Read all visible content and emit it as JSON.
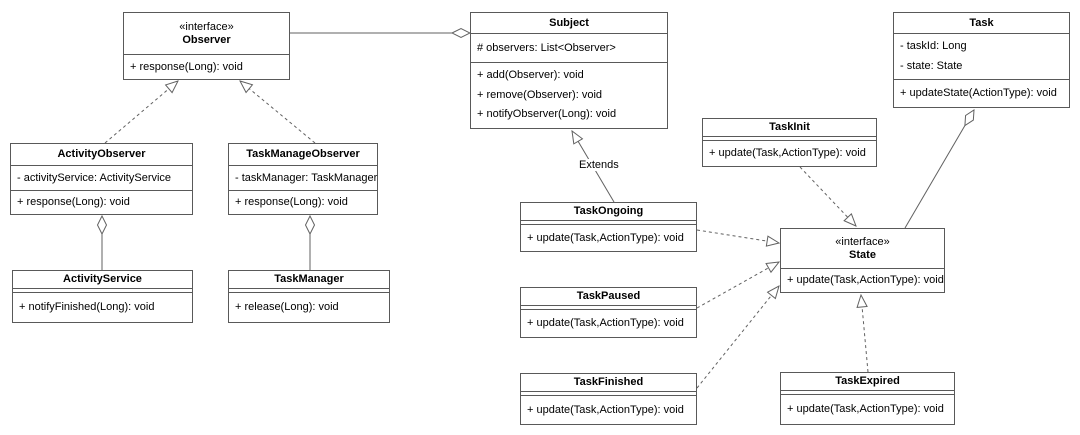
{
  "labels": {
    "extends": "Extends"
  },
  "colors": {
    "background": "#ffffff",
    "box_fill": "#ffffff",
    "box_border": "#595959",
    "connector": "#616161",
    "text": "#000000"
  },
  "classes": {
    "observer": {
      "stereotype": "«interface»",
      "name": "Observer",
      "methods": [
        "+ response(Long): void"
      ]
    },
    "subject": {
      "name": "Subject",
      "attributes": [
        "# observers: List<Observer>"
      ],
      "methods": [
        "+ add(Observer): void",
        "+ remove(Observer): void",
        "+ notifyObserver(Long): void"
      ]
    },
    "task": {
      "name": "Task",
      "attributes": [
        "- taskId: Long",
        "- state: State"
      ],
      "methods": [
        "+ updateState(ActionType): void"
      ]
    },
    "activity_observer": {
      "name": "ActivityObserver",
      "attributes": [
        "- activityService: ActivityService"
      ],
      "methods": [
        "+ response(Long): void"
      ]
    },
    "task_manage_observer": {
      "name": "TaskManageObserver",
      "attributes": [
        "- taskManager: TaskManager"
      ],
      "methods": [
        "+ response(Long): void"
      ]
    },
    "activity_service": {
      "name": "ActivityService",
      "methods": [
        "+ notifyFinished(Long): void"
      ]
    },
    "task_manager": {
      "name": "TaskManager",
      "methods": [
        "+ release(Long): void"
      ]
    },
    "task_init": {
      "name": "TaskInit",
      "methods": [
        "+ update(Task,ActionType): void"
      ]
    },
    "task_ongoing": {
      "name": "TaskOngoing",
      "methods": [
        "+ update(Task,ActionType): void"
      ]
    },
    "task_paused": {
      "name": "TaskPaused",
      "methods": [
        "+ update(Task,ActionType): void"
      ]
    },
    "task_finished": {
      "name": "TaskFinished",
      "methods": [
        "+ update(Task,ActionType): void"
      ]
    },
    "task_expired": {
      "name": "TaskExpired",
      "methods": [
        "+ update(Task,ActionType): void"
      ]
    },
    "state": {
      "stereotype": "«interface»",
      "name": "State",
      "methods": [
        "+ update(Task,ActionType): void"
      ]
    }
  },
  "relationships": [
    {
      "from": "Subject",
      "to": "Observer",
      "type": "aggregation"
    },
    {
      "from": "ActivityObserver",
      "to": "Observer",
      "type": "realization"
    },
    {
      "from": "TaskManageObserver",
      "to": "Observer",
      "type": "realization"
    },
    {
      "from": "ActivityObserver",
      "to": "ActivityService",
      "type": "aggregation"
    },
    {
      "from": "TaskManageObserver",
      "to": "TaskManager",
      "type": "aggregation"
    },
    {
      "from": "TaskOngoing",
      "to": "Subject",
      "type": "generalization",
      "label": "Extends"
    },
    {
      "from": "Task",
      "to": "State",
      "type": "aggregation"
    },
    {
      "from": "TaskInit",
      "to": "State",
      "type": "realization"
    },
    {
      "from": "TaskOngoing",
      "to": "State",
      "type": "realization"
    },
    {
      "from": "TaskPaused",
      "to": "State",
      "type": "realization"
    },
    {
      "from": "TaskFinished",
      "to": "State",
      "type": "realization"
    },
    {
      "from": "TaskExpired",
      "to": "State",
      "type": "realization"
    }
  ]
}
